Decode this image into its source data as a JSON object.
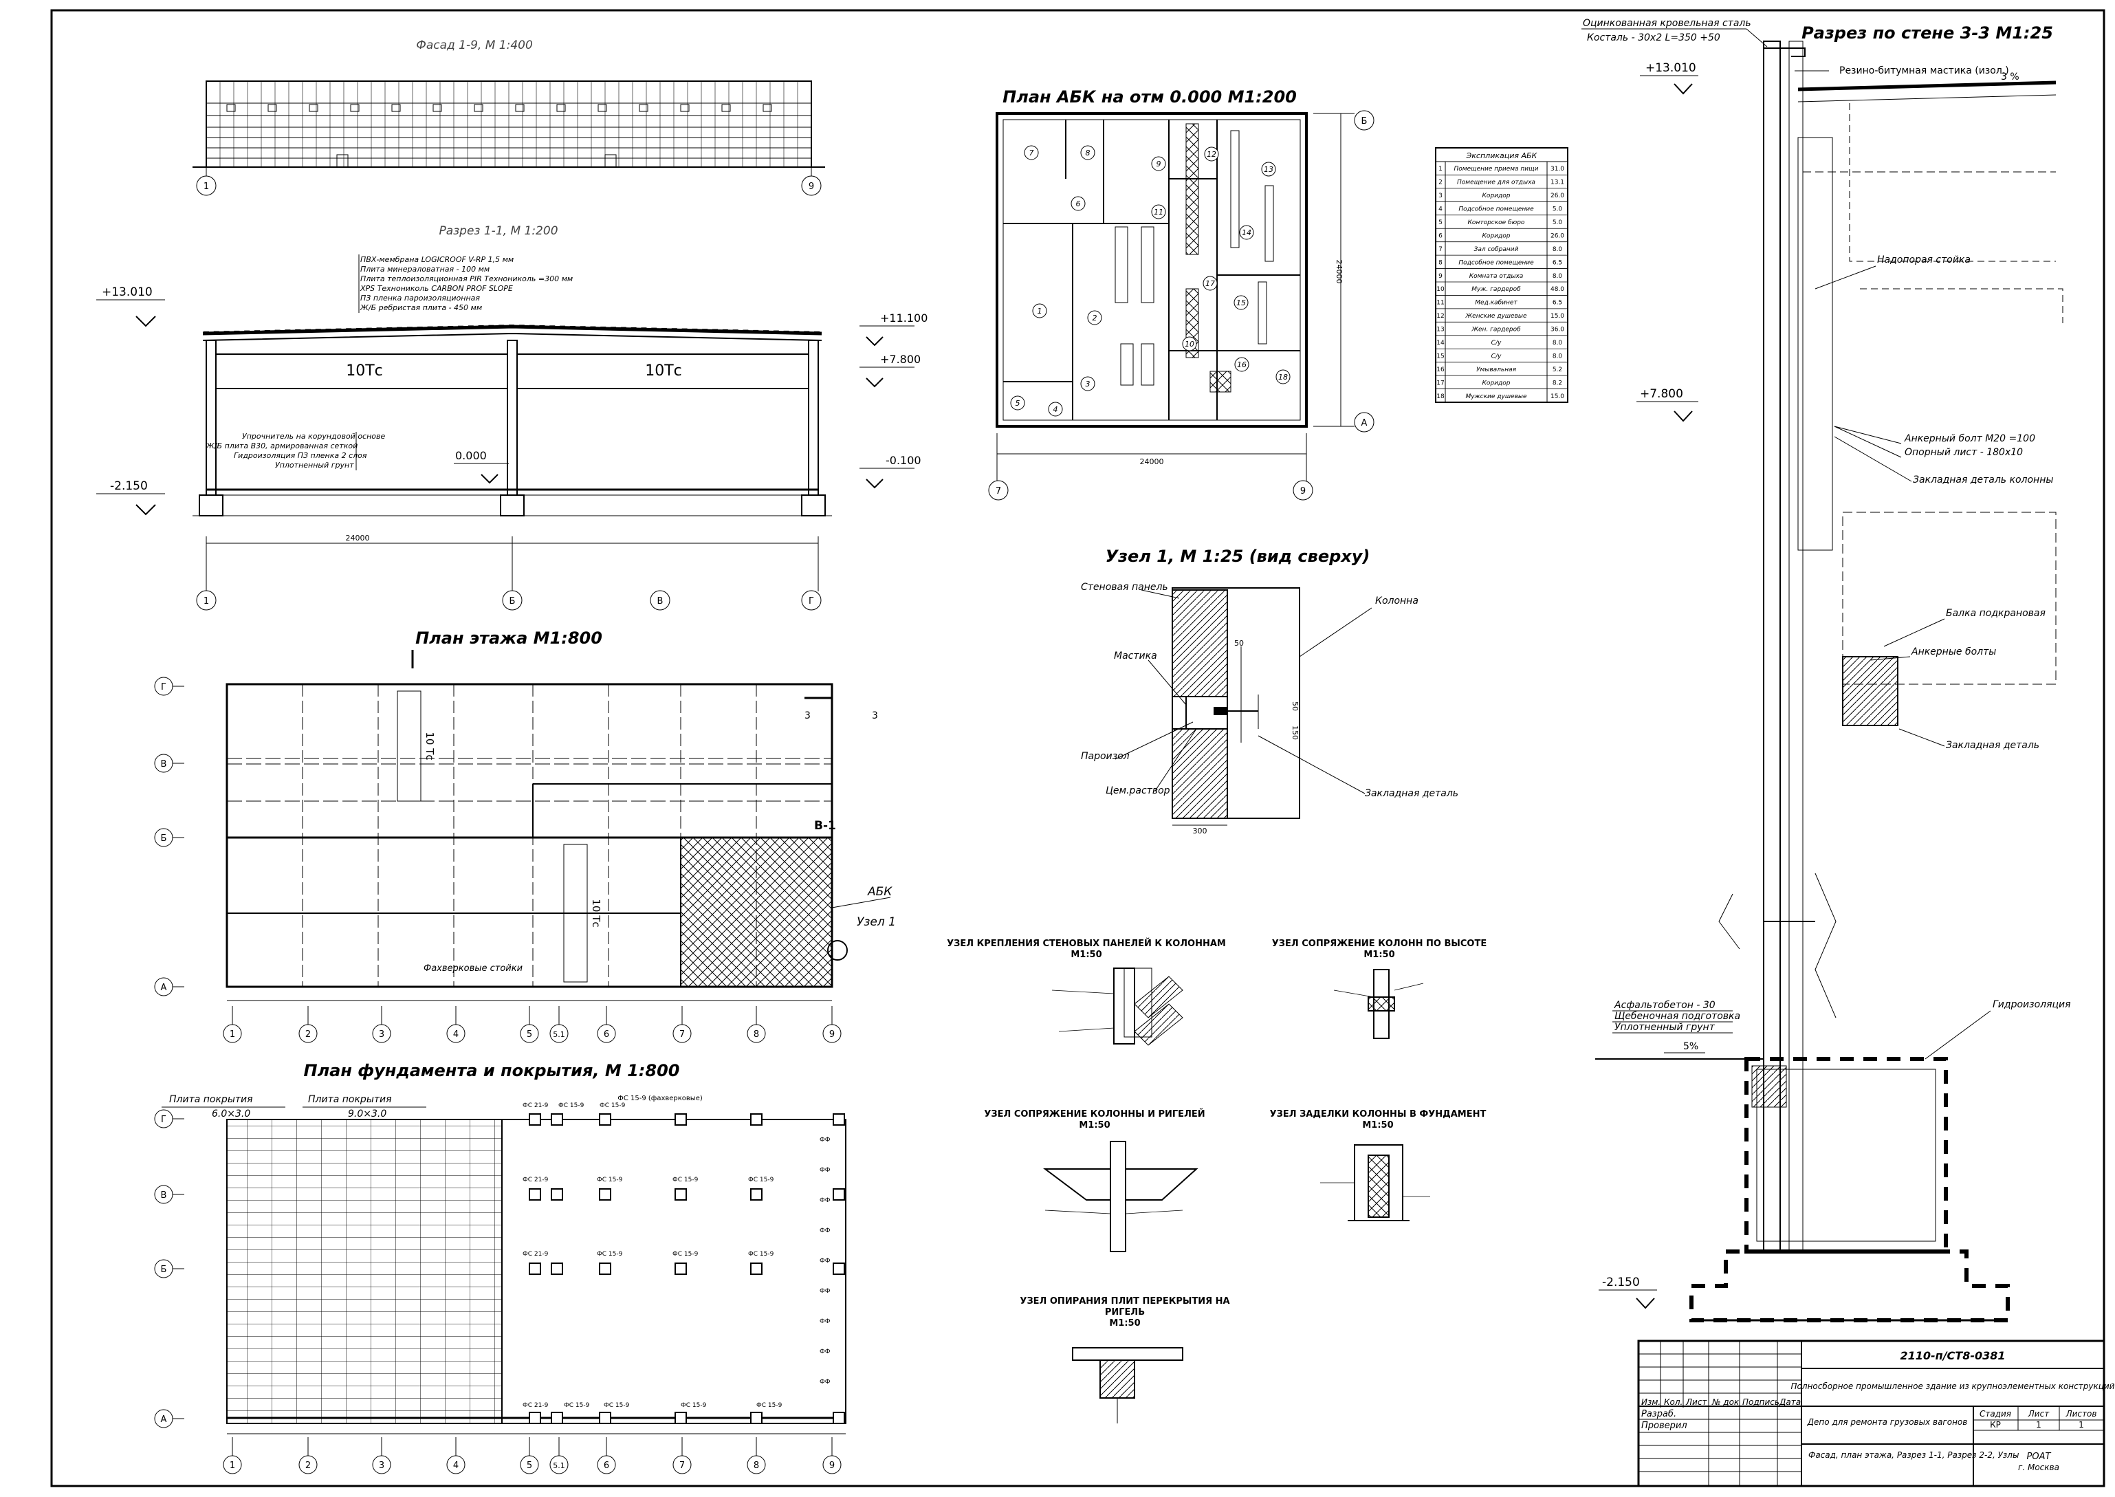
{
  "facade": {
    "title": "Фасад 1-9, М 1:400",
    "axis_left": "1",
    "axis_right": "9"
  },
  "section11": {
    "title": "Разрез 1-1, М 1:200",
    "roof_layers": [
      "ПВХ-мембрана LOGICROOF V-RP 1,5 мм",
      "Плита минераловатная - 100 мм",
      "Плита теплоизоляционная PIR Технониколь =300 мм",
      "XPS Технониколь CARBON PROF SLOPE",
      "ПЗ пленка пароизоляционная",
      "Ж/Б ребристая плита - 450 мм"
    ],
    "floor_layers": [
      "Упрочнитель на корундовой основе",
      "Ж/Б плита В30, армированная сеткой",
      "Гидроизоляция ПЗ пленка 2 слоя",
      "Уплотненный грунт"
    ],
    "crane_labels": [
      "10Тс",
      "10Тс"
    ],
    "elev_top": "+13.010",
    "elev_1": "+11.100",
    "elev_2": "+7.800",
    "elev_zero": "0.000",
    "elev_neg": "-0.100",
    "elev_bottom": "-2.150",
    "span_total": "24000",
    "axes": [
      "1",
      "Б",
      "В",
      "Г"
    ]
  },
  "floor_plan": {
    "title": "План этажа М1:800",
    "rows": [
      "Г",
      "В",
      "Б",
      "А"
    ],
    "cols": [
      "1",
      "2",
      "3",
      "4",
      "5",
      "5.1",
      "6",
      "7",
      "8",
      "9"
    ],
    "crane_labels": [
      "10 Тс",
      "10 Тс"
    ],
    "label_b1": "В-1",
    "label_abk": "АБК",
    "label_node": "Узел 1",
    "label_fachwerk": "Фахверковые стойки",
    "cut_mark": "3"
  },
  "foundation_plan": {
    "title": "План фундамента и покрытия, М 1:800",
    "slab_1": "Плита покрытия",
    "slab_1_size": "6.0×3.0",
    "slab_2": "Плита покрытия",
    "slab_2_size": "9.0×3.0",
    "rows": [
      "Г",
      "В",
      "Б",
      "А"
    ],
    "cols": [
      "1",
      "2",
      "3",
      "4",
      "5",
      "5.1",
      "6",
      "7",
      "8",
      "9"
    ],
    "fc_a": "ФС 21-9",
    "fc_b": "ФС 15-9",
    "fc_fach": "ФС 15-9 (фахверковые)",
    "fc_f": "ФФ"
  },
  "abk_plan": {
    "title": "План АБК на отм 0.000 М1:200",
    "dim_width": "24000",
    "dim_height": "24000",
    "axes_bottom": [
      "7",
      "9"
    ],
    "axes_right": [
      "Б",
      "А"
    ],
    "room_numbers": [
      "1",
      "2",
      "3",
      "4",
      "5",
      "6",
      "7",
      "8",
      "9",
      "10",
      "11",
      "12",
      "13",
      "14",
      "15",
      "16",
      "17",
      "18"
    ]
  },
  "explication": {
    "title": "Экспликация АБК",
    "rows": [
      [
        "1",
        "Помещение приема пищи",
        "31.0"
      ],
      [
        "2",
        "Помещение для отдыха",
        "13.1"
      ],
      [
        "3",
        "Коридор",
        "26.0"
      ],
      [
        "4",
        "Подсобное помещение",
        "5.0"
      ],
      [
        "5",
        "Конторское бюро",
        "5.0"
      ],
      [
        "6",
        "Коридор",
        "26.0"
      ],
      [
        "7",
        "Зал собраний",
        "8.0"
      ],
      [
        "8",
        "Подсобное помещение",
        "6.5"
      ],
      [
        "9",
        "Комната отдыха",
        "8.0"
      ],
      [
        "10",
        "Муж. гардероб",
        "48.0"
      ],
      [
        "11",
        "Мед.кабинет",
        "6.5"
      ],
      [
        "12",
        "Женские душевые",
        "15.0"
      ],
      [
        "13",
        "Жен. гардероб",
        "36.0"
      ],
      [
        "14",
        "С/у",
        "8.0"
      ],
      [
        "15",
        "С/у",
        "8.0"
      ],
      [
        "16",
        "Умывальная",
        "5.2"
      ],
      [
        "17",
        "Коридор",
        "8.2"
      ],
      [
        "18",
        "Мужские душевые",
        "15.0"
      ]
    ]
  },
  "node1": {
    "title": "Узел 1, М 1:25 (вид сверху)",
    "labels": {
      "wall_panel": "Стеновая панель",
      "column": "Колонна",
      "mastic": "Мастика",
      "vapor": "Пароизол",
      "cement": "Цем.раствор",
      "embed": "Закладная деталь"
    },
    "dim_50a": "50",
    "dim_50b": "50",
    "dim_150": "150",
    "dim_300": "300"
  },
  "small_nodes": {
    "n1": {
      "title": "УЗЕЛ КРЕПЛЕНИЯ СТЕНОВЫХ ПАНЕЛЕЙ К КОЛОННАМ",
      "scale": "М1:50"
    },
    "n2": {
      "title": "УЗЕЛ СОПРЯЖЕНИЕ КОЛОНН ПО ВЫСОТЕ",
      "scale": "М1:50"
    },
    "n3": {
      "title": "УЗЕЛ СОПРЯЖЕНИЕ КОЛОННЫ И РИГЕЛЕЙ",
      "scale": "М1:50"
    },
    "n4": {
      "title": "УЗЕЛ ЗАДЕЛКИ КОЛОННЫ В ФУНДАМЕНТ",
      "scale": "М1:50"
    },
    "n5": {
      "title": "УЗЕЛ ОПИРАНИЯ ПЛИТ ПЕРЕКРЫТИЯ НА",
      "title2": "РИГЕЛЬ",
      "scale": "М1:50"
    }
  },
  "section33": {
    "title": "Разрез по стене 3-3 М1:25",
    "roof_steel": "Оцинкованная кровельная сталь",
    "bracket": "Косталь - 30х2 L=350 +50",
    "mastic": "Резино-битумная мастика (изол.)",
    "slope": "3 %",
    "elev_top": "+13.010",
    "elev_mid": "+7.800",
    "elev_bottom": "-2.150",
    "support": "Надопорая стойка",
    "anchor_bolt": "Анкерный болт М20 =100",
    "support_plate": "Опорный лист - 180х10",
    "embed_col": "Закладная деталь колонны",
    "crane_beam": "Балка подкрановая",
    "anchor_bolts": "Анкерные болты",
    "embed": "Закладная деталь",
    "waterproof": "Гидроизоляция",
    "asphalt": "Асфальтобетон - 30",
    "gravel": "Щебеночная подготовка",
    "soil": "Уплотненный грунт",
    "slope2": "5%"
  },
  "title_block": {
    "code": "2110-п/СТ8-0381",
    "project": "Полносборное промышленное здание из крупноэлементных конструкций",
    "object": "Депо для ремонта грузовых вагонов",
    "sheet_content": "Фасад, план этажа, Разрез 1-1, Разрез 2-2, Узлы",
    "org": "РОАТ",
    "city": "г. Москва",
    "col_izm": "Изм.",
    "col_kol": "Кол.",
    "col_list": "Лист",
    "col_ndok": "№ док",
    "col_podp": "Подпись",
    "col_data": "Дата",
    "razrab": "Разраб.",
    "proveril": "Проверил",
    "stage_h": "Стадия",
    "sheet_h": "Лист",
    "sheets_h": "Листов",
    "stage": "КР",
    "sheet": "1",
    "sheets": "1"
  }
}
